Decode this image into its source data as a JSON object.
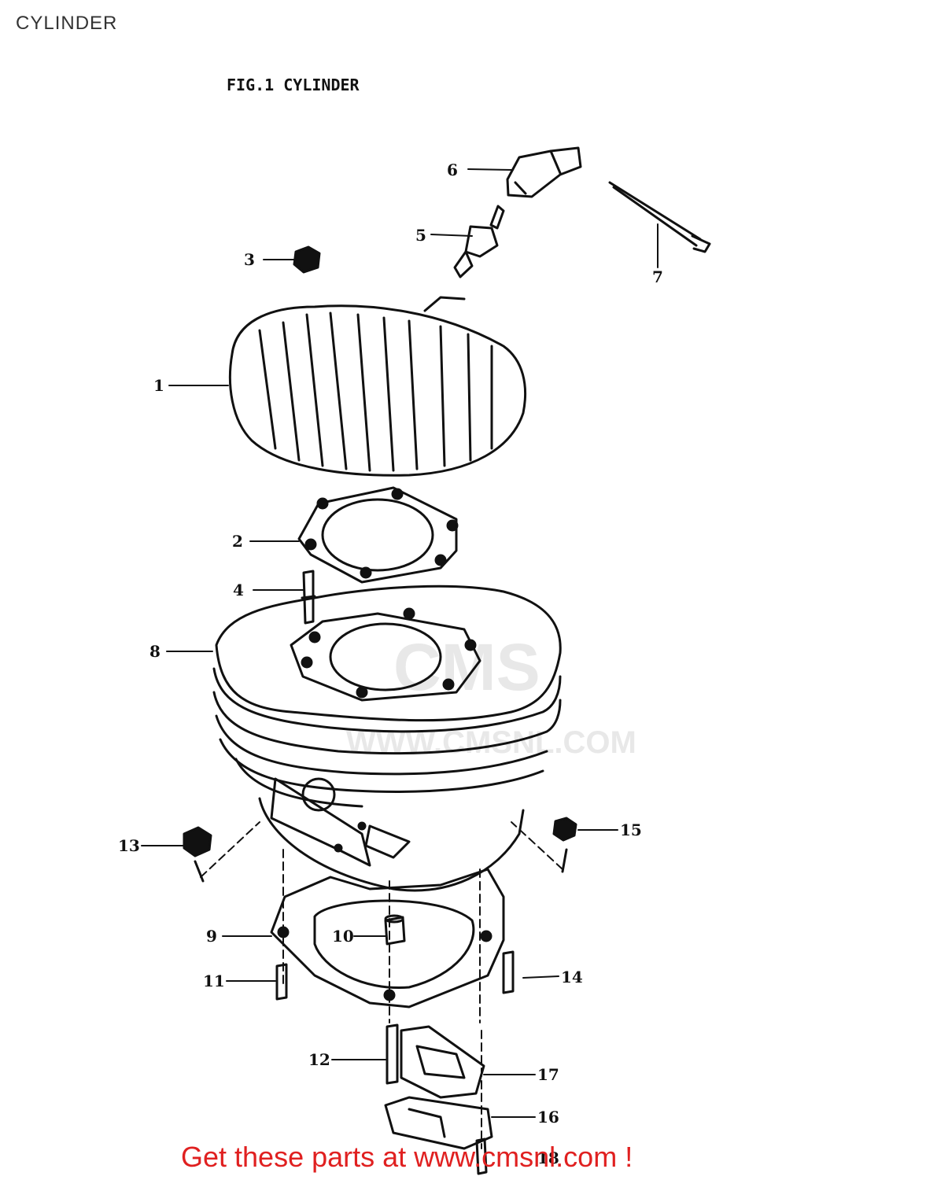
{
  "header": {
    "title": "CYLINDER"
  },
  "figure": {
    "title": "FIG.1  CYLINDER"
  },
  "callouts": {
    "c1": "1",
    "c2": "2",
    "c3": "3",
    "c4": "4",
    "c5": "5",
    "c6": "6",
    "c7": "7",
    "c8": "8",
    "c9": "9",
    "c10": "10",
    "c11": "11",
    "c12": "12",
    "c13": "13",
    "c14": "14",
    "c15": "15",
    "c16": "16",
    "c17": "17",
    "c18": "18"
  },
  "watermark": {
    "logo": "CMS",
    "url": "WWW.CMSNL.COM"
  },
  "footer": {
    "promo": "Get these parts at www.cmsnl.com !"
  },
  "colors": {
    "promo": "#e02020",
    "ink": "#111111",
    "watermark": "#e8e8e8"
  }
}
